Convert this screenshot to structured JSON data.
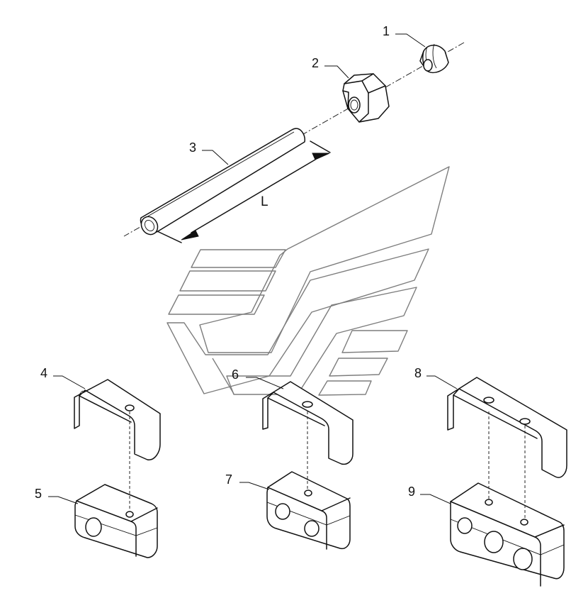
{
  "callouts": [
    {
      "id": "1",
      "label": "1"
    },
    {
      "id": "2",
      "label": "2"
    },
    {
      "id": "3",
      "label": "3"
    },
    {
      "id": "4",
      "label": "4"
    },
    {
      "id": "5",
      "label": "5"
    },
    {
      "id": "6",
      "label": "6"
    },
    {
      "id": "7",
      "label": "7"
    },
    {
      "id": "8",
      "label": "8"
    },
    {
      "id": "9",
      "label": "9"
    }
  ],
  "dimension": {
    "label": "L"
  }
}
